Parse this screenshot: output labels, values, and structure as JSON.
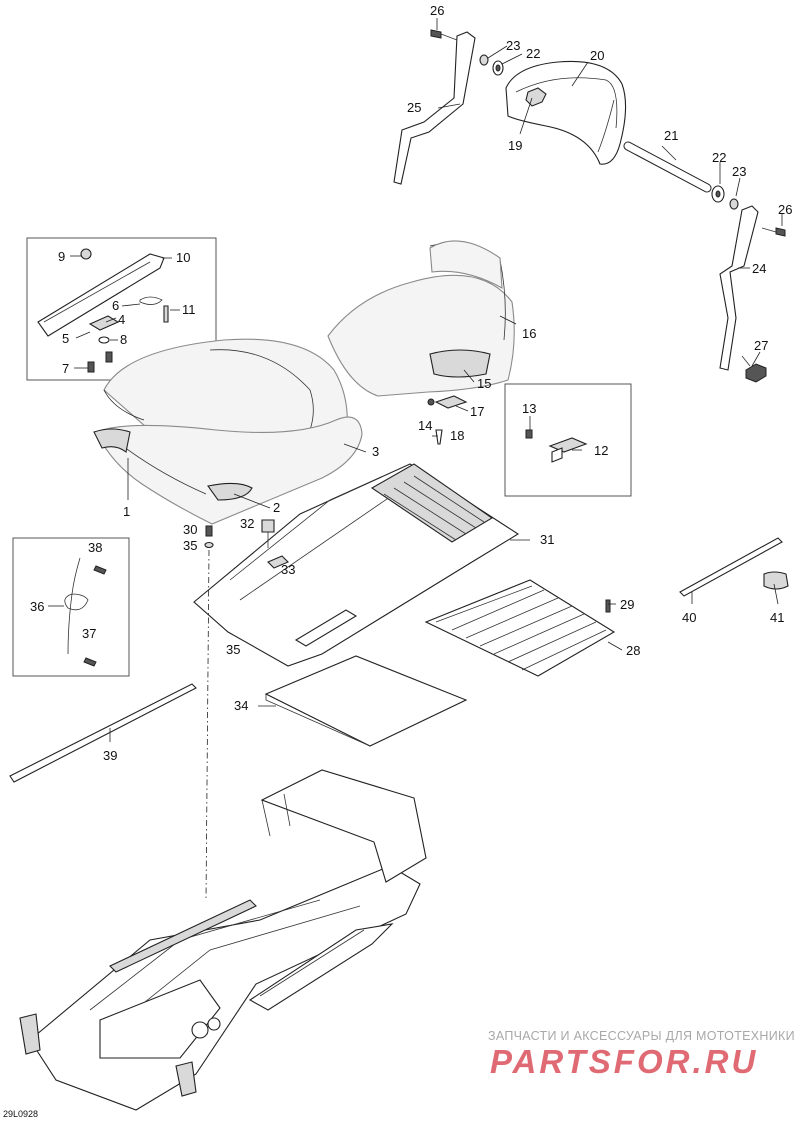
{
  "diagram": {
    "drawing_code": "29L0928",
    "callouts": {
      "c1": "1",
      "c2": "2",
      "c3": "3",
      "c4": "4",
      "c5": "5",
      "c6": "6",
      "c7": "7",
      "c8": "8",
      "c9": "9",
      "c10": "10",
      "c11": "11",
      "c12": "12",
      "c13": "13",
      "c14": "14",
      "c15": "15",
      "c16": "16",
      "c17": "17",
      "c18": "18",
      "c19": "19",
      "c20": "20",
      "c21": "21",
      "c22a": "22",
      "c22b": "22",
      "c23a": "23",
      "c23b": "23",
      "c24": "24",
      "c25": "25",
      "c26a": "26",
      "c26b": "26",
      "c27": "27",
      "c28": "28",
      "c29": "29",
      "c30": "30",
      "c31": "31",
      "c32": "32",
      "c33": "33",
      "c34": "34",
      "c35a": "35",
      "c35b": "35",
      "c36": "36",
      "c37": "37",
      "c38": "38",
      "c39": "39",
      "c40": "40",
      "c41": "41"
    }
  },
  "watermark": {
    "tagline": "ЗАПЧАСТИ И АКСЕССУАРЫ ДЛЯ МОТОТЕХНИКИ",
    "brand": "PARTSFOR.RU",
    "brand_color": "#e06a74"
  }
}
